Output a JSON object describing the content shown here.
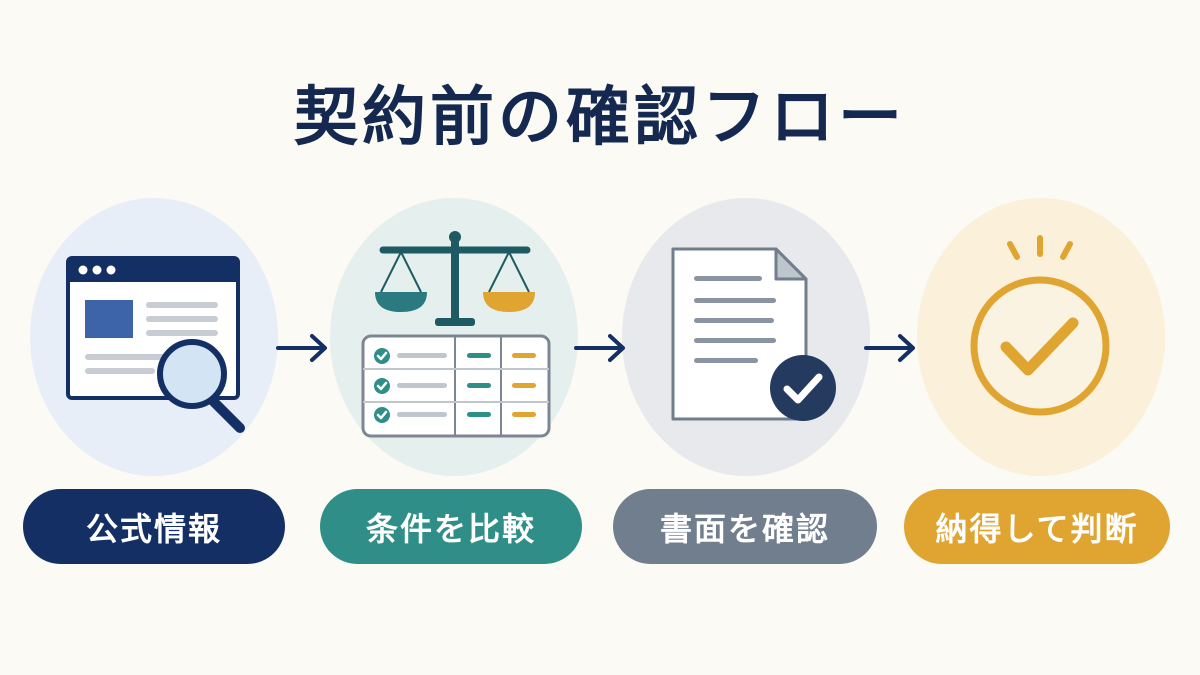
{
  "title": "契約前の確認フロー",
  "colors": {
    "navy": "#132f63",
    "teal": "#2f8f88",
    "slate": "#717e8e",
    "gold": "#e0a431",
    "background": "#fbfaf5"
  },
  "steps": [
    {
      "label": "公式情報",
      "icon": "browser-magnifier-icon"
    },
    {
      "label": "条件を比較",
      "icon": "balance-scale-checklist-icon"
    },
    {
      "label": "書面を確認",
      "icon": "document-check-icon"
    },
    {
      "label": "納得して判断",
      "icon": "check-circle-icon"
    }
  ]
}
